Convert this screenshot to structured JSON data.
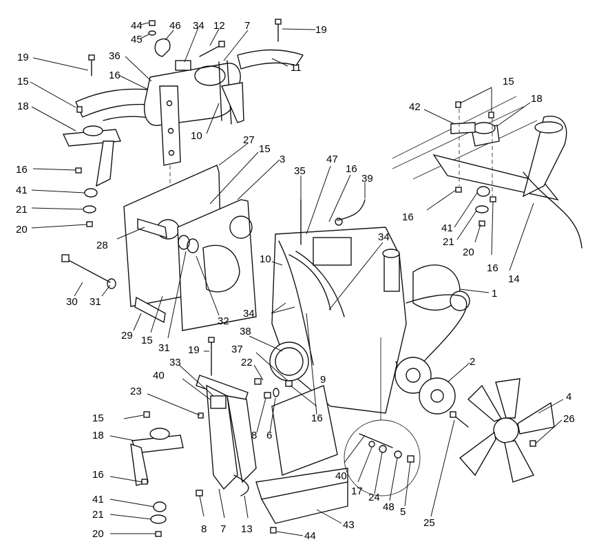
{
  "callouts": [
    {
      "id": "c44a",
      "text": "44"
    },
    {
      "id": "c45",
      "text": "45"
    },
    {
      "id": "c46",
      "text": "46"
    },
    {
      "id": "c34a",
      "text": "34"
    },
    {
      "id": "c12",
      "text": "12"
    },
    {
      "id": "c7a",
      "text": "7"
    },
    {
      "id": "c19a",
      "text": "19"
    },
    {
      "id": "c19b",
      "text": "19"
    },
    {
      "id": "c36",
      "text": "36"
    },
    {
      "id": "c16a",
      "text": "16"
    },
    {
      "id": "c11",
      "text": "11"
    },
    {
      "id": "c15a",
      "text": "15"
    },
    {
      "id": "c18a",
      "text": "18"
    },
    {
      "id": "c10a",
      "text": "10"
    },
    {
      "id": "c27",
      "text": "27"
    },
    {
      "id": "c15b",
      "text": "15"
    },
    {
      "id": "c3",
      "text": "3"
    },
    {
      "id": "c35",
      "text": "35"
    },
    {
      "id": "c47",
      "text": "47"
    },
    {
      "id": "c16b",
      "text": "16"
    },
    {
      "id": "c39",
      "text": "39"
    },
    {
      "id": "c15c",
      "text": "15"
    },
    {
      "id": "c42",
      "text": "42"
    },
    {
      "id": "c18b",
      "text": "18"
    },
    {
      "id": "c16c",
      "text": "16"
    },
    {
      "id": "c41a",
      "text": "41"
    },
    {
      "id": "c21a",
      "text": "21"
    },
    {
      "id": "c20a",
      "text": "20"
    },
    {
      "id": "c28",
      "text": "28"
    },
    {
      "id": "c16d",
      "text": "16"
    },
    {
      "id": "c41b",
      "text": "41"
    },
    {
      "id": "c21b",
      "text": "21"
    },
    {
      "id": "c20b",
      "text": "20"
    },
    {
      "id": "c16e",
      "text": "16"
    },
    {
      "id": "c14",
      "text": "14"
    },
    {
      "id": "c34b",
      "text": "34"
    },
    {
      "id": "c10b",
      "text": "10"
    },
    {
      "id": "c30",
      "text": "30"
    },
    {
      "id": "c31a",
      "text": "31"
    },
    {
      "id": "c34c",
      "text": "34"
    },
    {
      "id": "c1",
      "text": "1"
    },
    {
      "id": "c32",
      "text": "32"
    },
    {
      "id": "c29",
      "text": "29"
    },
    {
      "id": "c15d",
      "text": "15"
    },
    {
      "id": "c31b",
      "text": "31"
    },
    {
      "id": "c38",
      "text": "38"
    },
    {
      "id": "c19c",
      "text": "19"
    },
    {
      "id": "c37",
      "text": "37"
    },
    {
      "id": "c33",
      "text": "33"
    },
    {
      "id": "c22",
      "text": "22"
    },
    {
      "id": "c9",
      "text": "9"
    },
    {
      "id": "c2",
      "text": "2"
    },
    {
      "id": "c40a",
      "text": "40"
    },
    {
      "id": "c23",
      "text": "23"
    },
    {
      "id": "c16f",
      "text": "16"
    },
    {
      "id": "c8a",
      "text": "8"
    },
    {
      "id": "c6",
      "text": "6"
    },
    {
      "id": "c4",
      "text": "4"
    },
    {
      "id": "c15e",
      "text": "15"
    },
    {
      "id": "c26",
      "text": "26"
    },
    {
      "id": "c18c",
      "text": "18"
    },
    {
      "id": "c25",
      "text": "25"
    },
    {
      "id": "c16g",
      "text": "16"
    },
    {
      "id": "c40b",
      "text": "40"
    },
    {
      "id": "c17",
      "text": "17"
    },
    {
      "id": "c24",
      "text": "24"
    },
    {
      "id": "c48",
      "text": "48"
    },
    {
      "id": "c5",
      "text": "5"
    },
    {
      "id": "c41c",
      "text": "41"
    },
    {
      "id": "c21c",
      "text": "21"
    },
    {
      "id": "c20c",
      "text": "20"
    },
    {
      "id": "c8b",
      "text": "8"
    },
    {
      "id": "c7b",
      "text": "7"
    },
    {
      "id": "c13",
      "text": "13"
    },
    {
      "id": "c43",
      "text": "43"
    },
    {
      "id": "c44b",
      "text": "44"
    }
  ]
}
